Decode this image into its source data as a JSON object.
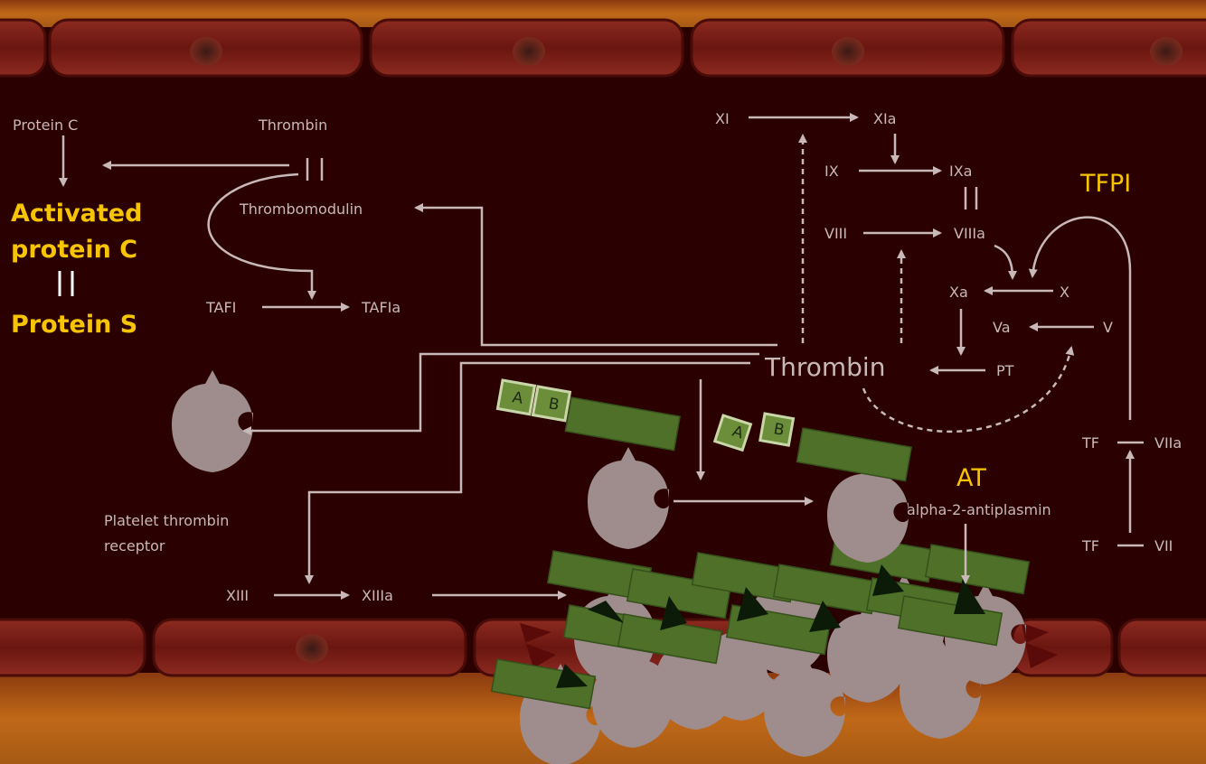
{
  "labels": {
    "protein_c": "Protein C",
    "thrombin_top": "Thrombin",
    "thrombomodulin": "Thrombomodulin",
    "activated_protein_c_1": "Activated",
    "activated_protein_c_2": "protein C",
    "protein_s": "Protein S",
    "tafi": "TAFI",
    "tafia": "TAFIa",
    "platelet_receptor_1": "Platelet thrombin",
    "platelet_receptor_2": "receptor",
    "xiii": "XIII",
    "xiiia": "XIIIa",
    "thrombin_center": "Thrombin",
    "xi": "XI",
    "xia": "XIa",
    "ix": "IX",
    "ixa": "IXa",
    "viii": "VIII",
    "viiia": "VIIIa",
    "xa": "Xa",
    "x": "X",
    "va": "Va",
    "v": "V",
    "pt": "PT",
    "tfpi": "TFPI",
    "at": "AT",
    "alpha2": "alpha-2-antiplasmin",
    "tf1": "TF",
    "viia": "VIIa",
    "tf2": "TF",
    "vii": "VII",
    "box_a": "A",
    "box_b": "B"
  },
  "colors": {
    "lumen": "#2a0000",
    "vessel_cell": "#7a1d14",
    "platelet": "#9f8c8c",
    "fibrin": "#4f7028",
    "highlight": "#f6c400",
    "label": "#c9b8b8"
  }
}
